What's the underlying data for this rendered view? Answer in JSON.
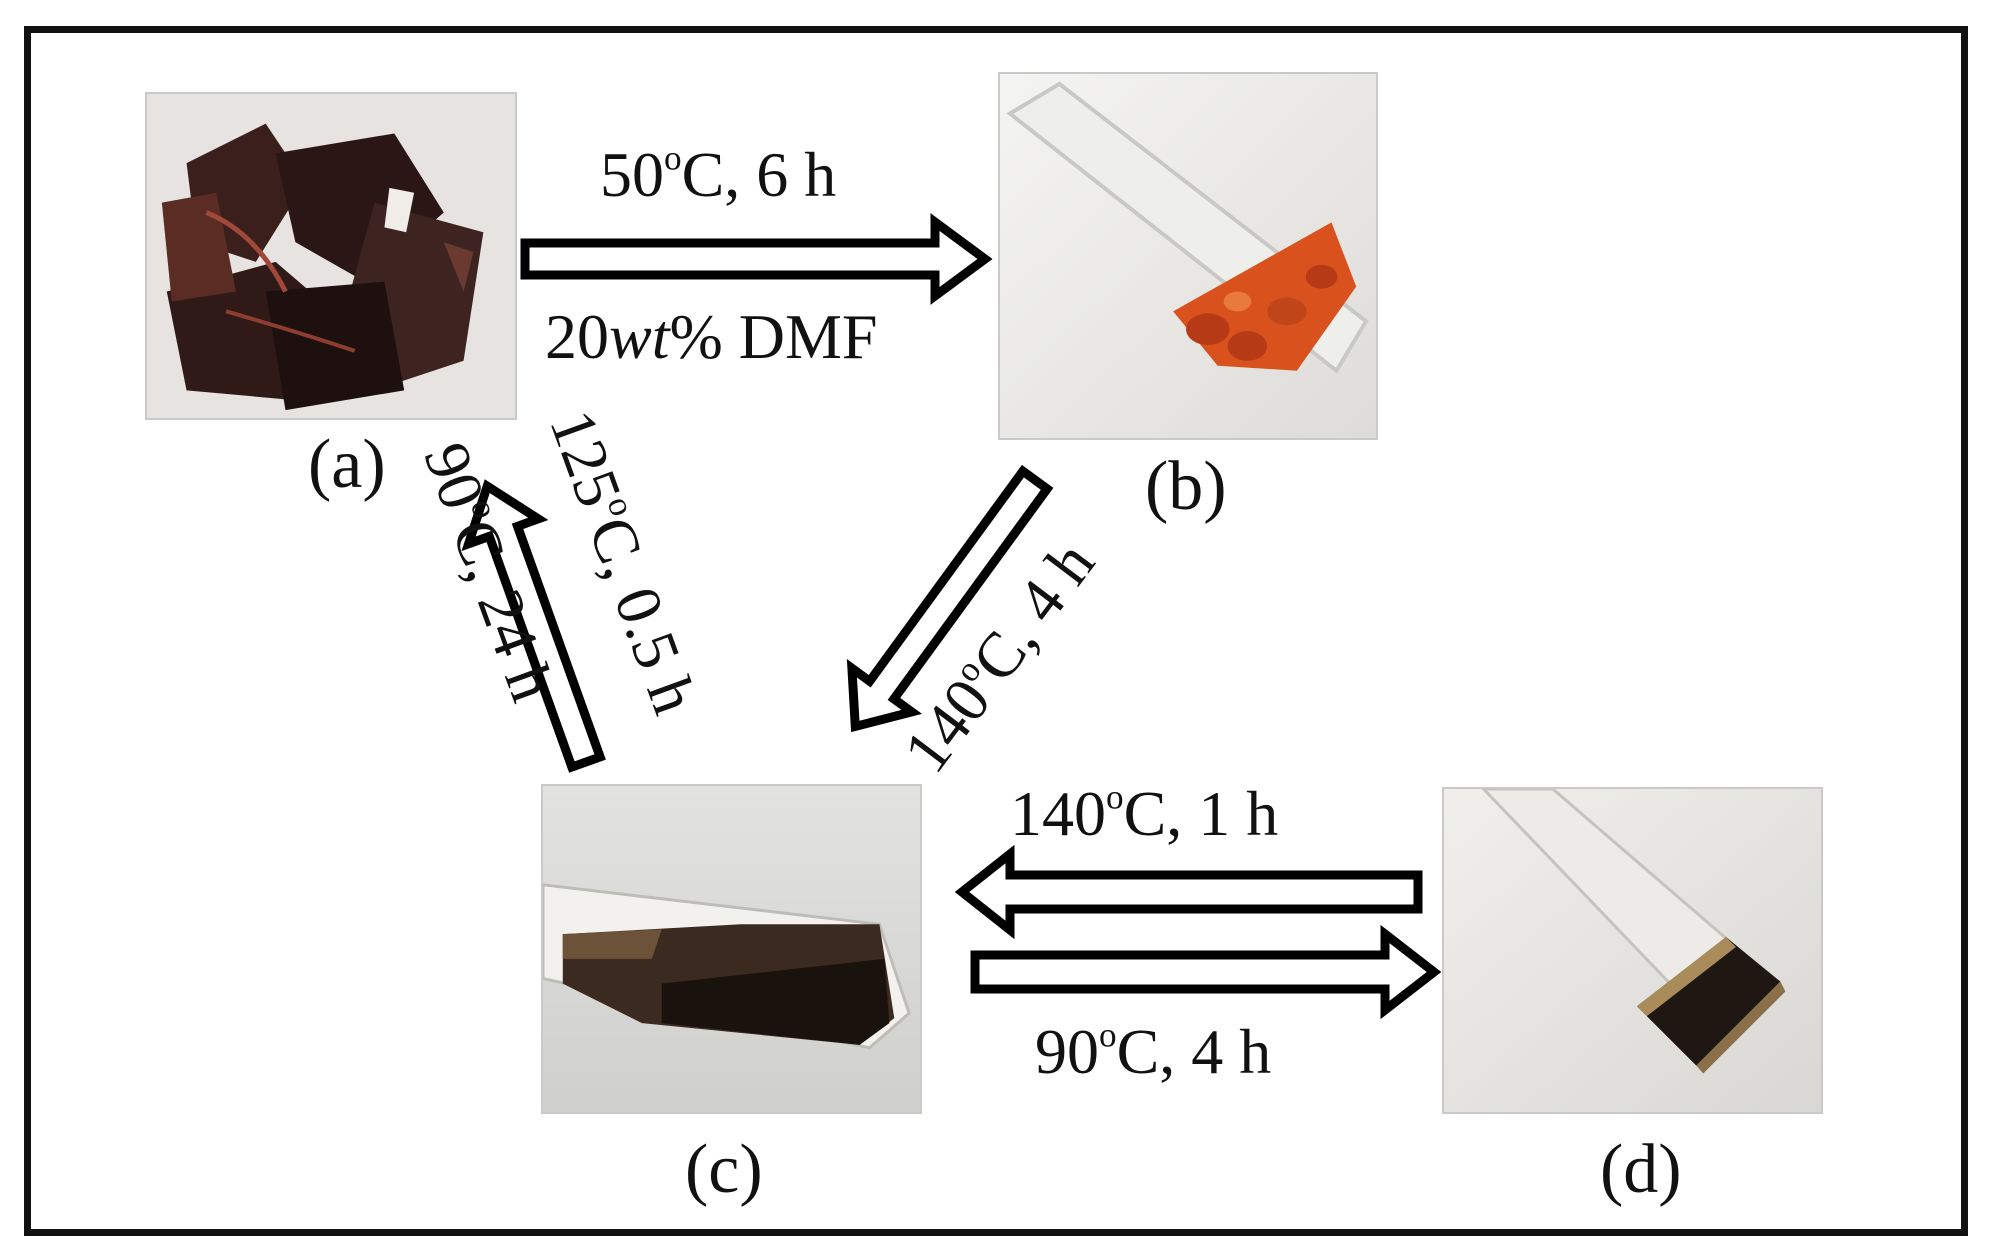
{
  "panels": {
    "a": {
      "label": "(a)"
    },
    "b": {
      "label": "(b)"
    },
    "c": {
      "label": "(c)"
    },
    "d": {
      "label": "(d)"
    }
  },
  "conditions": {
    "a_to_b_top": {
      "temp": "50",
      "deg": "o",
      "rest": "C, 6 h"
    },
    "a_to_b_bottom": {
      "num": "20",
      "italic": "wt",
      "rest": "% DMF"
    },
    "c_to_a_outer": {
      "temp": "90",
      "deg": "o",
      "rest": "C, 24 h"
    },
    "c_to_a_inner": {
      "temp": "125",
      "deg": "o",
      "rest": "C, 0.5 h"
    },
    "b_to_c": {
      "temp": "140",
      "deg": "o",
      "rest": "C, 4 h"
    },
    "d_to_c": {
      "temp": "140",
      "deg": "o",
      "rest": "C, 1 h"
    },
    "c_to_d": {
      "temp": "90",
      "deg": "o",
      "rest": "C, 4 h"
    }
  },
  "colors": {
    "frame": "#111111",
    "arrow_fill": "#ffffff",
    "arrow_stroke": "#000000"
  }
}
